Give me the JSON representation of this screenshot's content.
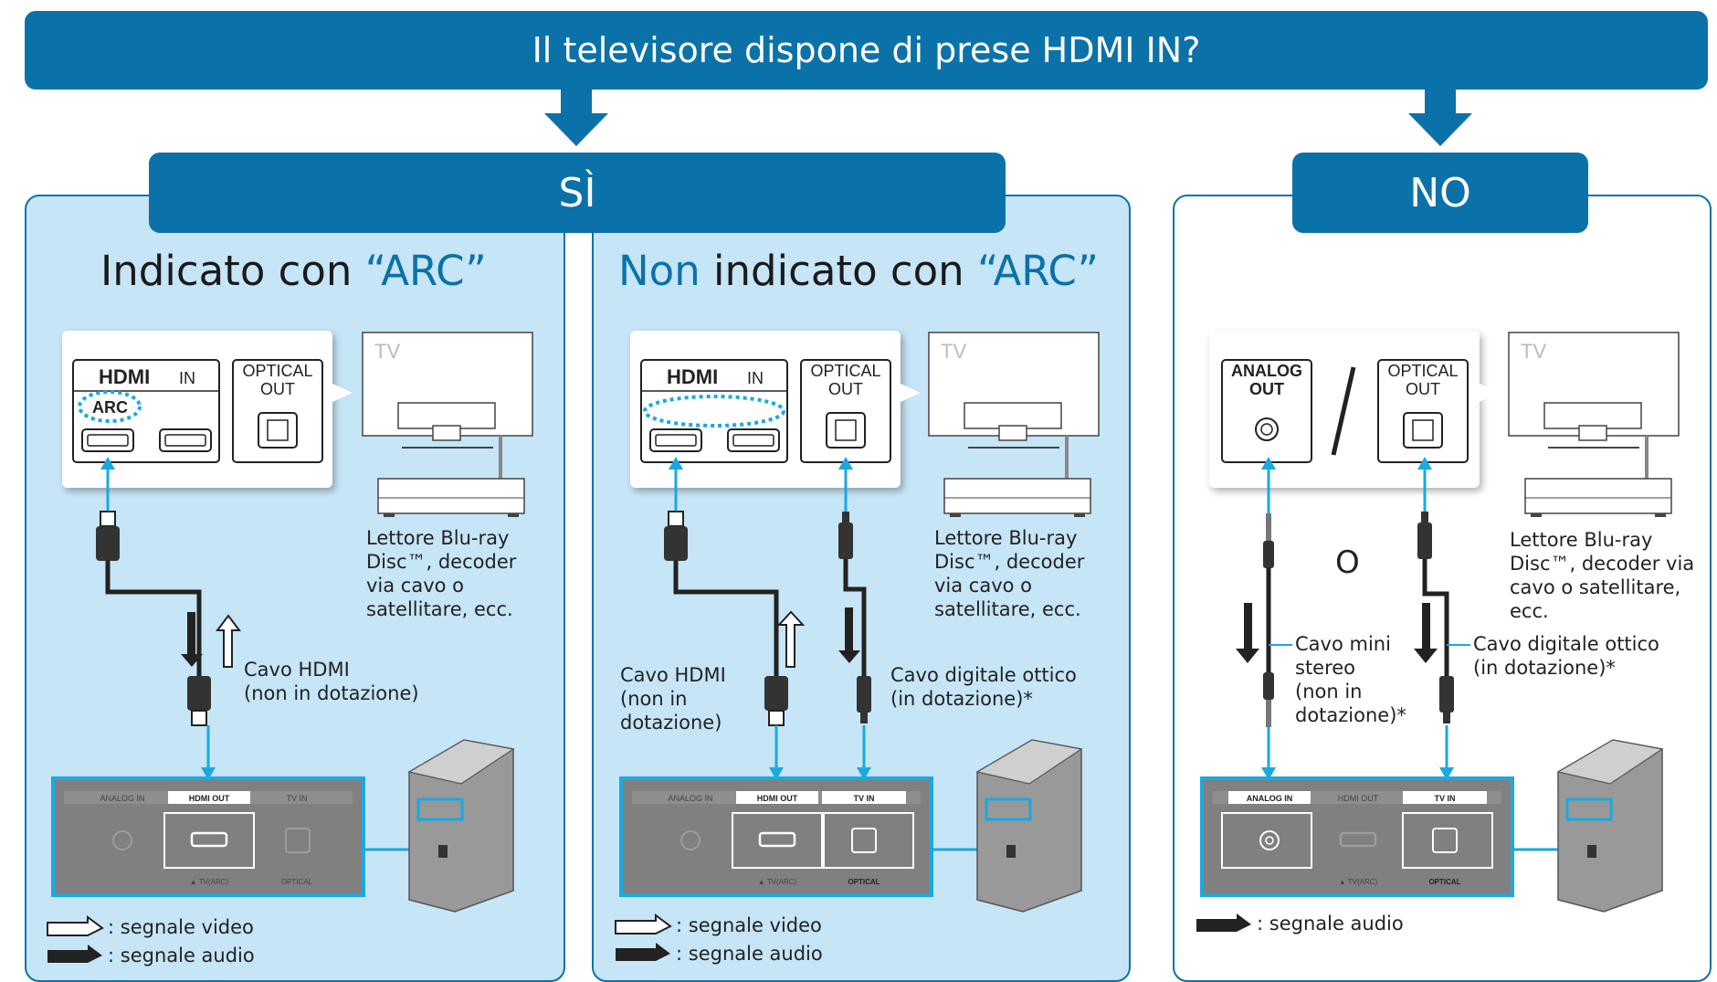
{
  "header": {
    "question": "Il televisore dispone di prese HDMI IN?"
  },
  "tabs": {
    "yes": "SÌ",
    "no": "NO"
  },
  "panel_arc": {
    "heading_plain": "Indicato con ",
    "heading_hl": "“ARC”",
    "hdmi_in_logo": "HDMI",
    "hdmi_in_suffix": "IN",
    "arc_label": "ARC",
    "optical_out": "OPTICAL OUT",
    "tv": "TV",
    "player_label": "Lettore Blu-ray\nDisc™, decoder\nvia cavo o\nsatellitare, ecc.",
    "cable_label": "Cavo HDMI\n(non in dotazione)",
    "rear": {
      "analog_in": "ANALOG IN",
      "hdmi_out": "HDMI OUT",
      "tv_in": "TV IN",
      "tv_arc": "▲ TV(ARC)",
      "optical": "OPTICAL"
    },
    "legend_video": ": segnale video",
    "legend_audio": ": segnale audio"
  },
  "panel_non_arc": {
    "heading_hl": "Non",
    "heading_plain": " indicato con ",
    "heading_hl2": "“ARC”",
    "hdmi_in_logo": "HDMI",
    "hdmi_in_suffix": "IN",
    "optical_out": "OPTICAL OUT",
    "tv": "TV",
    "player_label": "Lettore Blu-ray\nDisc™, decoder\nvia cavo o\nsatellitare, ecc.",
    "cable_hdmi_label": "Cavo HDMI\n(non in\ndotazione)",
    "cable_optical_label": "Cavo digitale ottico\n(in dotazione)*",
    "rear": {
      "analog_in": "ANALOG IN",
      "hdmi_out": "HDMI OUT",
      "tv_in": "TV IN",
      "tv_arc": "▲ TV(ARC)",
      "optical": "OPTICAL"
    },
    "legend_video": ": segnale video",
    "legend_audio": ": segnale audio"
  },
  "panel_no": {
    "analog_out": "ANALOG OUT",
    "optical_out": "OPTICAL OUT",
    "tv": "TV",
    "or": "O",
    "player_label": "Lettore Blu-ray\nDisc™, decoder via\ncavo o satellitare,\necc.",
    "cable_mini_label": "Cavo mini\nstereo\n(non in\ndotazione)*",
    "cable_optical_label": "Cavo digitale ottico\n(in dotazione)*",
    "rear": {
      "analog_in": "ANALOG IN",
      "hdmi_out": "HDMI OUT",
      "tv_in": "TV IN",
      "tv_arc": "▲ TV(ARC)",
      "optical": "OPTICAL"
    },
    "legend_audio": ": segnale audio"
  },
  "colors": {
    "brand_blue": "#0a72a8",
    "panel_fill": "#c6e5f6",
    "connector_cyan": "#1aa9e0"
  }
}
